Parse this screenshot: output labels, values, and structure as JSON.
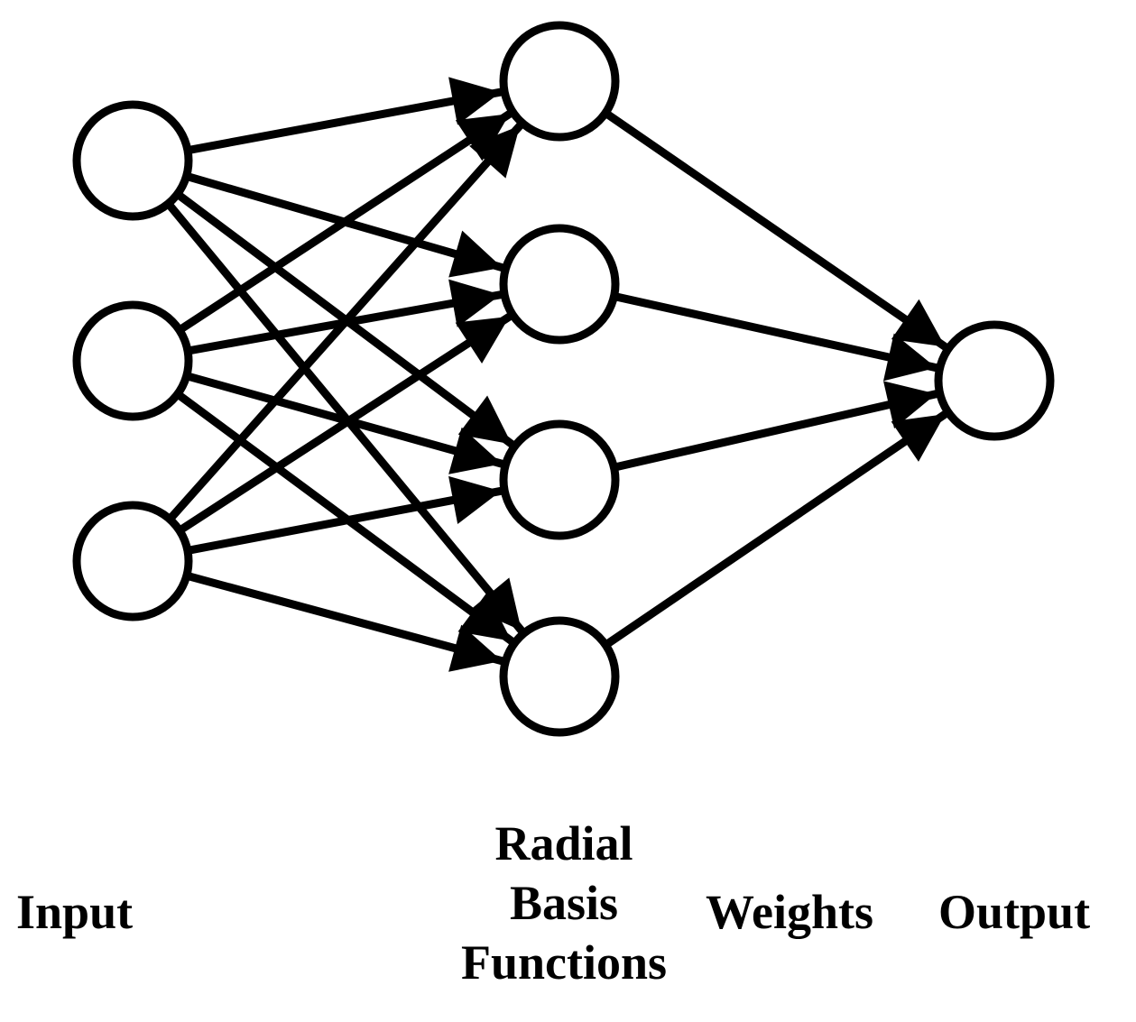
{
  "diagram": {
    "type": "radial-basis-function-network",
    "layers": [
      {
        "id": "input",
        "label": "Input",
        "node_count": 3
      },
      {
        "id": "rbf",
        "label_lines": [
          "Radial",
          "Basis",
          "Functions"
        ],
        "node_count": 4
      },
      {
        "id": "output",
        "label": "Output",
        "node_count": 1
      }
    ],
    "weights_label": "Weights",
    "connections": [
      {
        "from": "input-1",
        "to": "rbf-1"
      },
      {
        "from": "input-1",
        "to": "rbf-2"
      },
      {
        "from": "input-1",
        "to": "rbf-3"
      },
      {
        "from": "input-1",
        "to": "rbf-4"
      },
      {
        "from": "input-2",
        "to": "rbf-1"
      },
      {
        "from": "input-2",
        "to": "rbf-2"
      },
      {
        "from": "input-2",
        "to": "rbf-3"
      },
      {
        "from": "input-2",
        "to": "rbf-4"
      },
      {
        "from": "input-3",
        "to": "rbf-1"
      },
      {
        "from": "input-3",
        "to": "rbf-2"
      },
      {
        "from": "input-3",
        "to": "rbf-3"
      },
      {
        "from": "input-3",
        "to": "rbf-4"
      },
      {
        "from": "rbf-1",
        "to": "output-1"
      },
      {
        "from": "rbf-2",
        "to": "output-1"
      },
      {
        "from": "rbf-3",
        "to": "output-1"
      },
      {
        "from": "rbf-4",
        "to": "output-1"
      }
    ],
    "colors": {
      "stroke": "#000000",
      "fill": "#ffffff",
      "text": "#000000"
    }
  }
}
